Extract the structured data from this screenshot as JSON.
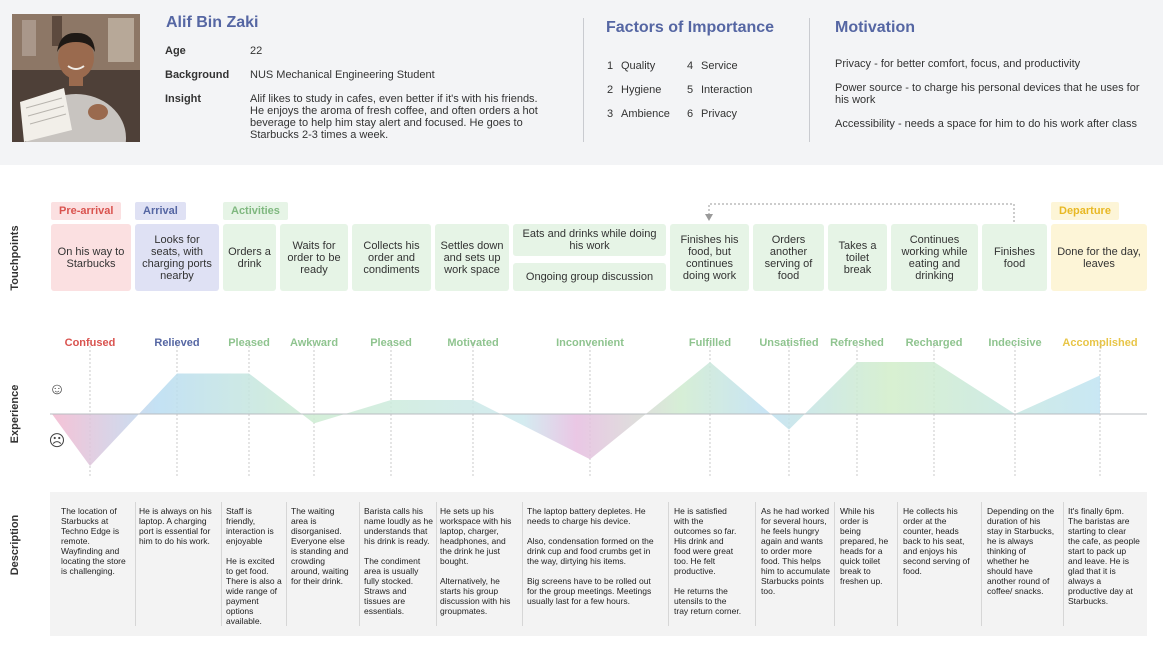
{
  "colors": {
    "accent": "#5566a3",
    "negative": "#d9534f",
    "neutral": "#5566a3",
    "positive": "#8fc48f",
    "accomplished": "#e8c547",
    "pre_arrival_fill": "#fbe0e1",
    "arrival_fill": "#dfe1f4",
    "activities_fill": "#e6f4e6",
    "departure_fill": "#fdf5d7"
  },
  "persona": {
    "photo": "person-holding-papers-photo",
    "name": "Alif Bin Zaki",
    "age_label": "Age",
    "age": "22",
    "background_label": "Background",
    "background": "NUS Mechanical Engineering Student",
    "insight_label": "Insight",
    "insight": "Alif likes to study in cafes, even better if it's with his friends. He enjoys the aroma of fresh coffee, and often orders a hot beverage to help him stay alert and focused. He goes to Starbucks 2-3 times a week."
  },
  "factors": {
    "title": "Factors of Importance",
    "items": [
      {
        "num": "1",
        "label": "Quality"
      },
      {
        "num": "2",
        "label": "Hygiene"
      },
      {
        "num": "3",
        "label": "Ambience"
      },
      {
        "num": "4",
        "label": "Service"
      },
      {
        "num": "5",
        "label": "Interaction"
      },
      {
        "num": "6",
        "label": "Privacy"
      }
    ]
  },
  "motivation": {
    "title": "Motivation",
    "items": [
      "Privacy  - for better comfort, focus, and productivity",
      "Power source - to charge his personal devices that he uses for his work",
      "Accessibility - needs a space for him to do his work after class"
    ]
  },
  "row_labels": {
    "touchpoints": "Touchpoints",
    "experience": "Experience",
    "description": "Description"
  },
  "phases": {
    "pre_arrival": "Pre-arrival",
    "arrival": "Arrival",
    "activities": "Activities",
    "departure": "Departure"
  },
  "touchpoints": [
    "On his way to Starbucks",
    "Looks for seats, with charging ports nearby",
    "Orders a drink",
    "Waits for order to be ready",
    "Collects his order and condiments",
    "Settles down and sets up work space",
    "Eats and drinks while doing his work",
    "Ongoing group discussion",
    "Finishes his food, but continues doing work",
    "Orders another serving of food",
    "Takes a toilet break",
    "Continues working while eating and drinking",
    "Finishes food",
    "Done for the day, leaves"
  ],
  "experience": {
    "happy_icon": "smiley-face-icon",
    "sad_icon": "frowning-face-icon",
    "emotions": [
      {
        "label": "Confused",
        "level": -1
      },
      {
        "label": "Relieved",
        "level": 0.78
      },
      {
        "label": "Pleased",
        "level": 0.78
      },
      {
        "label": "Awkward",
        "level": -0.18
      },
      {
        "label": "Pleased",
        "level": 0.27
      },
      {
        "label": "Motivated",
        "level": 0.27
      },
      {
        "label": "Inconvenient",
        "level": -0.87
      },
      {
        "label": "Fulfilled",
        "level": 1
      },
      {
        "label": "Unsatisfied",
        "level": -0.3
      },
      {
        "label": "Refreshed",
        "level": 1
      },
      {
        "label": "Recharged",
        "level": 1
      },
      {
        "label": "Indecisive",
        "level": 0
      },
      {
        "label": "Accomplished",
        "level": 0.74
      }
    ]
  },
  "descriptions": [
    [
      "The location of Starbucks at Techno Edge is remote. Wayfinding and locating the store is challenging."
    ],
    [
      "He is always on his laptop. A charging port is essential for him to do his work."
    ],
    [
      "Staff is friendly, interaction is enjoyable",
      "He is excited to get food. There is also a wide range of payment options available."
    ],
    [
      "The waiting area is disorganised. Everyone else is standing and crowding around, waiting for their drink."
    ],
    [
      "Barista calls his name loudly as he understands that his drink is ready.",
      "The condiment area is usually fully stocked. Straws and tissues are essentials."
    ],
    [
      "He sets up his workspace with his laptop, charger, headphones, and the drink he just bought.",
      "Alternatively, he starts his group discussion with his groupmates."
    ],
    [
      "The laptop battery depletes. He needs to charge his device.",
      "Also, condensation formed on the drink cup and food crumbs get in the way, dirtying his items.",
      "Big screens have to be rolled out for the group meetings. Meetings usually last for a few hours."
    ],
    [
      "He is satisfied with the outcomes so far. His drink and food were great too. He felt productive.",
      "He returns the utensils to the tray return corner."
    ],
    [
      "As he had worked for several hours, he feels hungry again and wants to order more food. This helps him to accumulate Starbucks points too."
    ],
    [
      "While his order is being prepared, he heads for a quick toilet break to freshen up."
    ],
    [
      "He collects his order at the counter, heads back to his seat, and enjoys his second serving of food."
    ],
    [
      "Depending on the duration of his stay in Starbucks, he is always thinking of whether he should have another round of coffee/ snacks."
    ],
    [
      "It's finally 6pm. The baristas are starting to clear the cafe, as people start to pack up and leave. He is glad that it is always a productive day at Starbucks."
    ]
  ]
}
